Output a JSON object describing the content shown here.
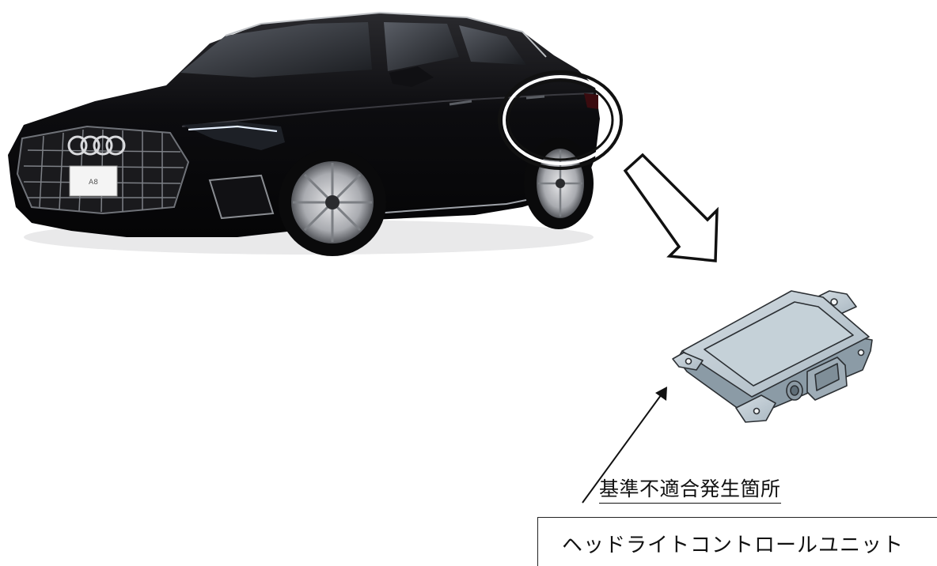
{
  "car": {
    "plate_text": "A8",
    "body_color": "#0b0b0d"
  },
  "callout": {
    "label": "基準不適合発生箇所"
  },
  "part": {
    "name": "ヘッドライトコントロールユニット",
    "color": "#b8c6cf"
  },
  "icons": [
    "car-image",
    "highlight-circle",
    "direction-arrow",
    "control-unit-image",
    "pointer-arrow"
  ]
}
